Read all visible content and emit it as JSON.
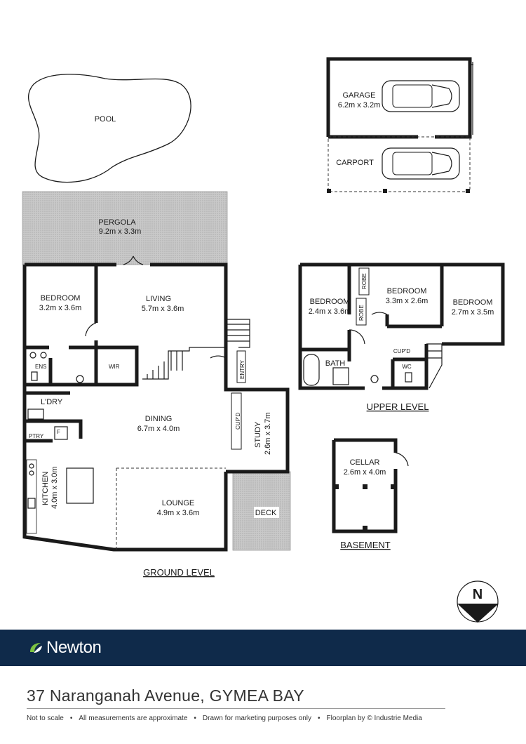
{
  "rooms": {
    "pool": {
      "name": "POOL"
    },
    "garage": {
      "name": "GARAGE",
      "dims": "6.2m x 3.2m"
    },
    "carport": {
      "name": "CARPORT"
    },
    "pergola": {
      "name": "PERGOLA",
      "dims": "9.2m x 3.3m"
    },
    "bedroom_ground": {
      "name": "BEDROOM",
      "dims": "3.2m x 3.6m"
    },
    "living": {
      "name": "LIVING",
      "dims": "5.7m x 3.6m"
    },
    "ens": {
      "name": "ENS"
    },
    "wir": {
      "name": "WIR"
    },
    "entry": {
      "name": "ENTRY"
    },
    "ldry": {
      "name": "L'DRY"
    },
    "ptry": {
      "name": "PTRY"
    },
    "fridge": {
      "name": "F"
    },
    "dining": {
      "name": "DINING",
      "dims": "6.7m x 4.0m"
    },
    "cupd_study": {
      "name": "CUP'D"
    },
    "study": {
      "name": "STUDY",
      "dims": "2.6m x 3.7m"
    },
    "kitchen": {
      "name": "KITCHEN",
      "dims": "4.0m x 3.0m"
    },
    "lounge": {
      "name": "LOUNGE",
      "dims": "4.9m x 3.6m"
    },
    "deck": {
      "name": "DECK"
    },
    "bedroom_up1": {
      "name": "BEDROOM",
      "dims": "2.4m x 3.6m"
    },
    "bedroom_up2": {
      "name": "BEDROOM",
      "dims": "3.3m x 2.6m"
    },
    "bedroom_up3": {
      "name": "BEDROOM",
      "dims": "2.7m x 3.5m"
    },
    "robe1": {
      "name": "ROBE"
    },
    "robe2": {
      "name": "ROBE"
    },
    "bath": {
      "name": "BATH"
    },
    "cupd_up": {
      "name": "CUP'D"
    },
    "wc": {
      "name": "WC"
    },
    "cellar": {
      "name": "CELLAR",
      "dims": "2.6m x 4.0m"
    }
  },
  "levels": {
    "ground": "GROUND LEVEL",
    "upper": "UPPER LEVEL",
    "basement": "BASEMENT"
  },
  "compass": {
    "label": "N"
  },
  "brand": {
    "name": "Newton",
    "color": "#0f2a4a",
    "accent": "#7cc242",
    "icon": "newton-swoosh-icon"
  },
  "address": "37 Naranganah Avenue, GYMEA BAY",
  "disclaimer": {
    "items": [
      "Not to scale",
      "All measurements are approximate",
      "Drawn for marketing purposes only",
      "Floorplan by © Industrie Media"
    ],
    "separator": "•"
  }
}
